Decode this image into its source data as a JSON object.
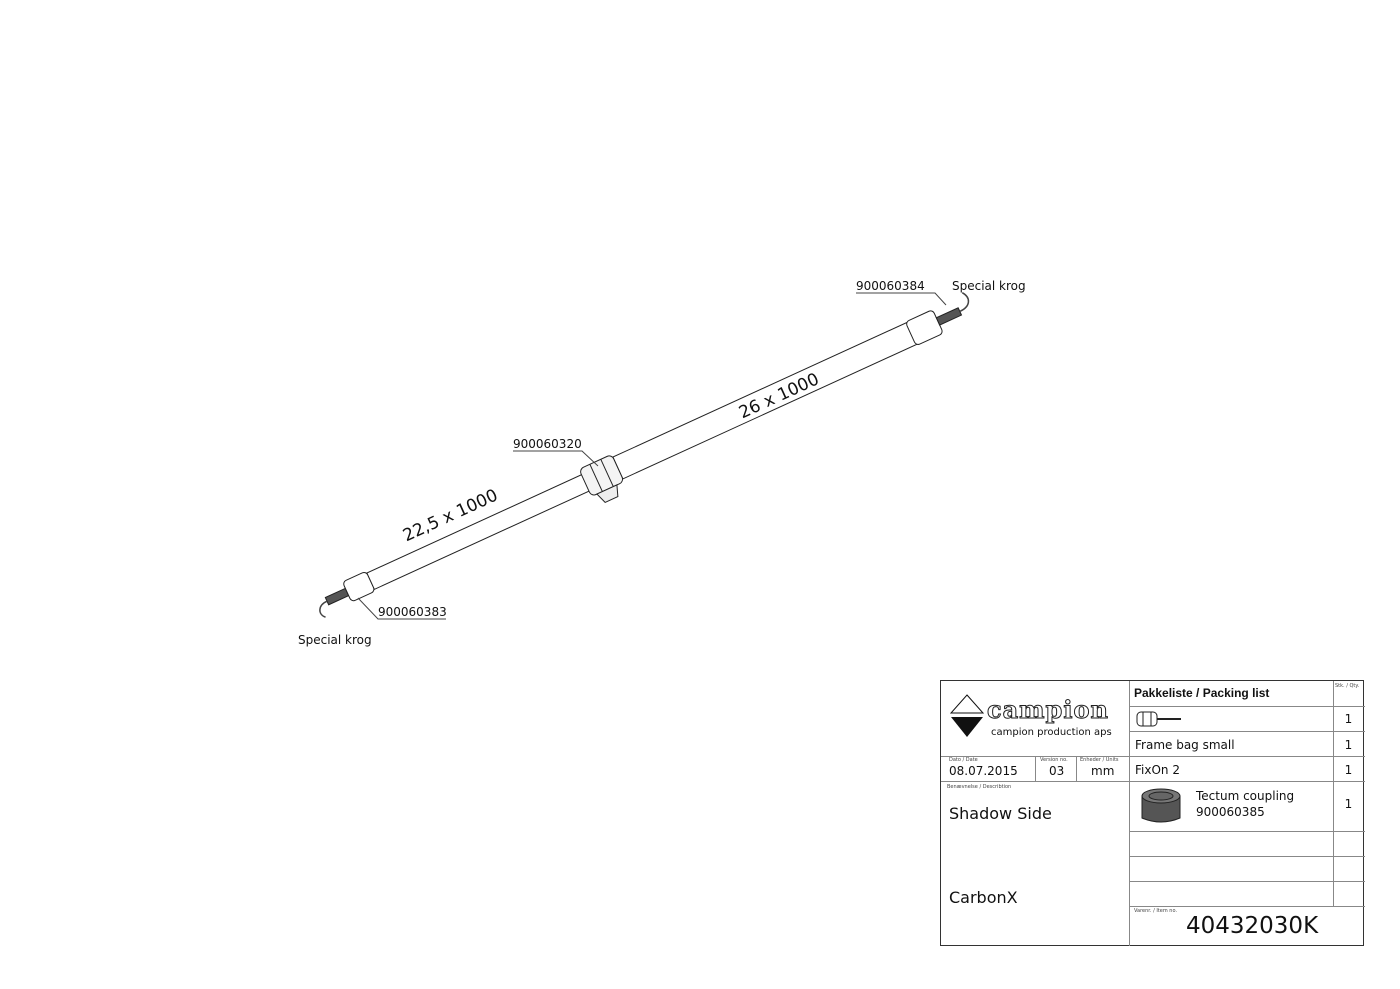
{
  "drawing": {
    "callouts": {
      "top_end": "900060384",
      "coupling": "900060320",
      "bottom_end": "900060383"
    },
    "hook_label_top": "Special krog",
    "hook_label_bottom": "Special krog",
    "tube_left_dim": "22,5 x 1000",
    "tube_right_dim": "26 x 1000"
  },
  "title_block": {
    "logo_text": "campion",
    "company": "campion production aps",
    "date_label": "Dato / Date",
    "date": "08.07.2015",
    "version_label": "Version no.",
    "version": "03",
    "units_label": "Enheder / Units",
    "units": "mm",
    "description_label": "Benævnelse / Describtion",
    "description_line1": "Shadow Side",
    "description_line2": "CarbonX",
    "packing_title": "Pakkeliste / Packing list",
    "qty_label": "Stk. / Qty.",
    "items": [
      {
        "name": "",
        "icon": "pin-tool-icon",
        "qty": "1"
      },
      {
        "name": "Frame bag small",
        "qty": "1"
      },
      {
        "name": "FixOn 2",
        "qty": "1"
      },
      {
        "name": "Tectum coupling",
        "code": "900060385",
        "icon": "coupling-icon",
        "qty": "1"
      }
    ],
    "item_no_label": "Varenr. / Item no.",
    "item_no": "40432030K"
  }
}
